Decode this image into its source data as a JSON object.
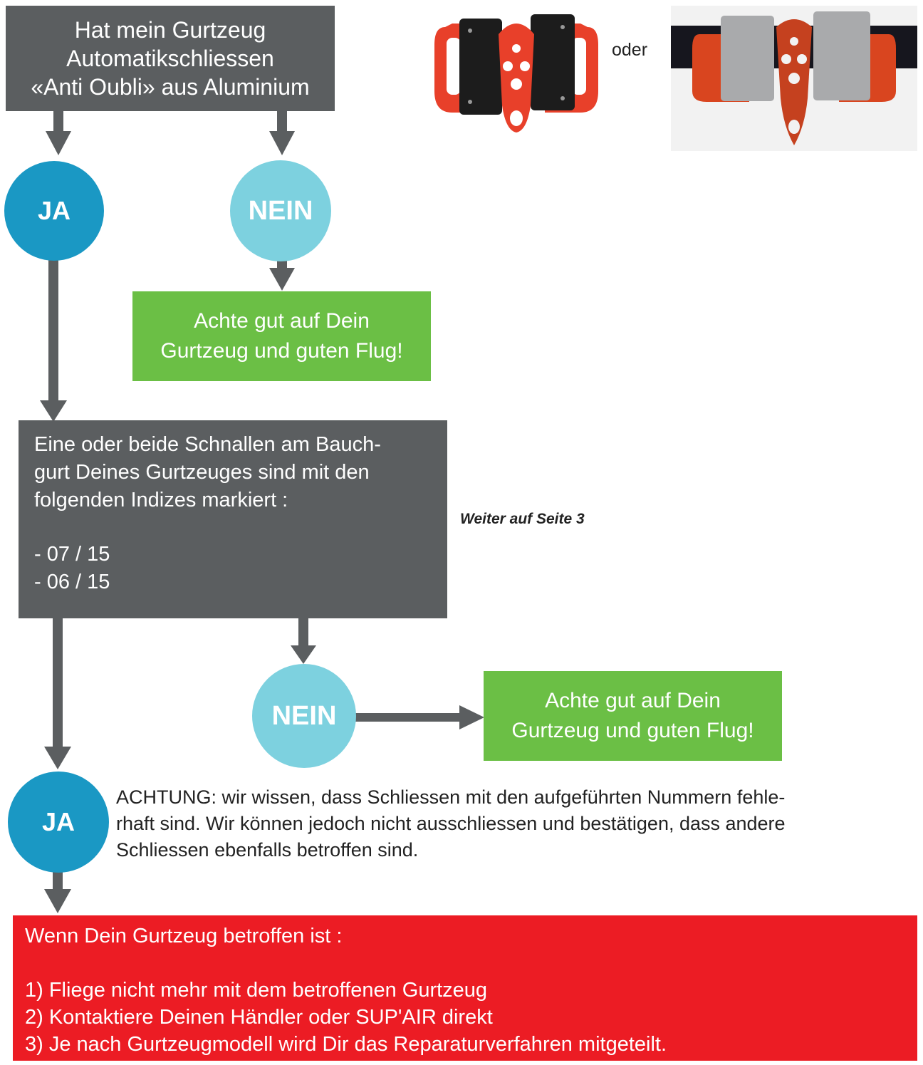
{
  "question1": {
    "lines": [
      "Hat mein Gurtzeug",
      "Automatikschliessen",
      "«Anti Oubli» aus Aluminium"
    ]
  },
  "image_separator": "oder",
  "answers": {
    "ja": "JA",
    "nein": "NEIN"
  },
  "ok_message": {
    "lines": [
      "Achte gut auf Dein",
      "Gurtzeug und guten Flug!"
    ]
  },
  "question2": {
    "lines": [
      "Eine oder beide Schnallen am Bauch-",
      "gurt Deines Gurtzeuges sind mit den",
      "folgenden Indizes markiert :"
    ],
    "indices": [
      "- 07 / 15",
      "- 06 / 15"
    ]
  },
  "continue_note": "Weiter auf Seite 3",
  "warning": {
    "lines": [
      "ACHTUNG: wir wissen, dass Schliessen mit den aufgeführten Nummern fehle-",
      "rhaft sind. Wir können jedoch nicht ausschliessen und bestätigen, dass andere",
      "Schliessen ebenfalls betroffen sind."
    ]
  },
  "action_box": {
    "heading": "Wenn Dein Gurtzeug betroffen ist :",
    "steps": [
      "1) Fliege nicht mehr mit dem betroffenen Gurtzeug",
      "2) Kontaktiere Deinen Händler oder SUP'AIR direkt",
      "3) Je nach Gurtzeugmodell wird Dir das Reparaturverfahren mitgeteilt."
    ]
  },
  "colors": {
    "dark_box": "#5b5e60",
    "ja_circle": "#1a98c4",
    "nein_circle": "#7dd1df",
    "green_box": "#6bbf45",
    "red_box": "#ec1c24"
  },
  "icons": [
    "buckle-photo-red-black",
    "buckle-photo-silver-red"
  ]
}
